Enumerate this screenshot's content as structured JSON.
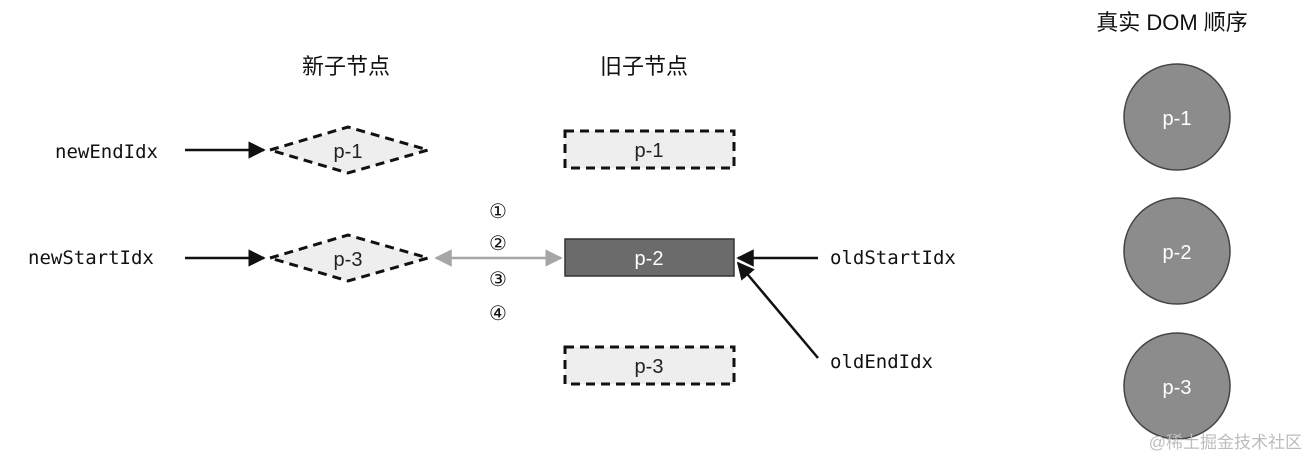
{
  "headings": {
    "new_children": "新子节点",
    "old_children": "旧子节点",
    "real_dom": "真实 DOM 顺序"
  },
  "new_nodes": [
    {
      "label": "p-1"
    },
    {
      "label": "p-3"
    }
  ],
  "old_nodes": [
    {
      "label": "p-1"
    },
    {
      "label": "p-2"
    },
    {
      "label": "p-3"
    }
  ],
  "dom_nodes": [
    {
      "label": "p-1"
    },
    {
      "label": "p-2"
    },
    {
      "label": "p-3"
    }
  ],
  "pointers": {
    "new_end": "newEndIdx",
    "new_start": "newStartIdx",
    "old_start": "oldStartIdx",
    "old_end": "oldEndIdx"
  },
  "steps": [
    "①",
    "②",
    "③",
    "④"
  ],
  "watermark": "@稀土掘金技术社区",
  "colors": {
    "dashed_fill": "#eeeeee",
    "active_fill": "#6b6b6b",
    "dom_fill": "#8c8c8c",
    "compare_arrow": "#a6a6a6",
    "ink": "#111111"
  }
}
